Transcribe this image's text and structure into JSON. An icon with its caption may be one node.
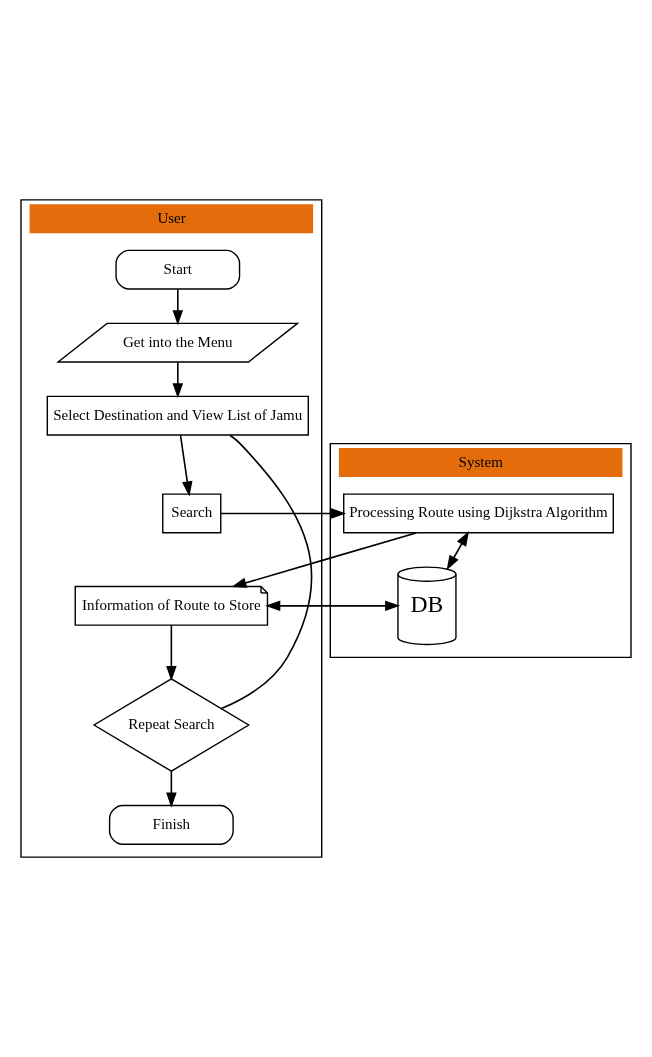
{
  "diagram": {
    "nodes": [
      {
        "text": [
          "User"
        ]
      },
      {
        "text": [
          "System"
        ]
      },
      {
        "text": [
          "Start"
        ],
        "in": 0
      },
      {
        "text": [
          "Get into the Menu"
        ],
        "in": 0
      },
      {
        "text": [
          "Select Destination and View List of Jamu"
        ],
        "in": 0
      },
      {
        "text": [
          "Search"
        ],
        "in": 0
      },
      {
        "text": [
          "Information of Route to Store"
        ],
        "in": 0
      },
      {
        "text": [
          "Repeat Search"
        ],
        "in": 0
      },
      {
        "text": [
          "Finish"
        ],
        "in": 0
      },
      {
        "text": [
          "Processing Route using Dijkstra Algorithm"
        ],
        "in": 1
      },
      {
        "text": [
          "DB"
        ],
        "in": 1
      }
    ],
    "edges": [
      {
        "from": 2,
        "to": 3,
        "arrow": "to"
      },
      {
        "from": 3,
        "to": 4,
        "arrow": "to"
      },
      {
        "from": 4,
        "to": 5,
        "arrow": "to"
      },
      {
        "from": 5,
        "to": 9,
        "arrow": "to"
      },
      {
        "from": 9,
        "to": 6,
        "arrow": "to"
      },
      {
        "from": 6,
        "to": 10,
        "arrow": "both"
      },
      {
        "from": 9,
        "to": 10,
        "arrow": "both"
      },
      {
        "from": 6,
        "to": 7,
        "arrow": "to"
      },
      {
        "from": 7,
        "to": 8,
        "arrow": "to"
      },
      {
        "from": 7,
        "to": 4,
        "arrow": "none"
      }
    ]
  }
}
